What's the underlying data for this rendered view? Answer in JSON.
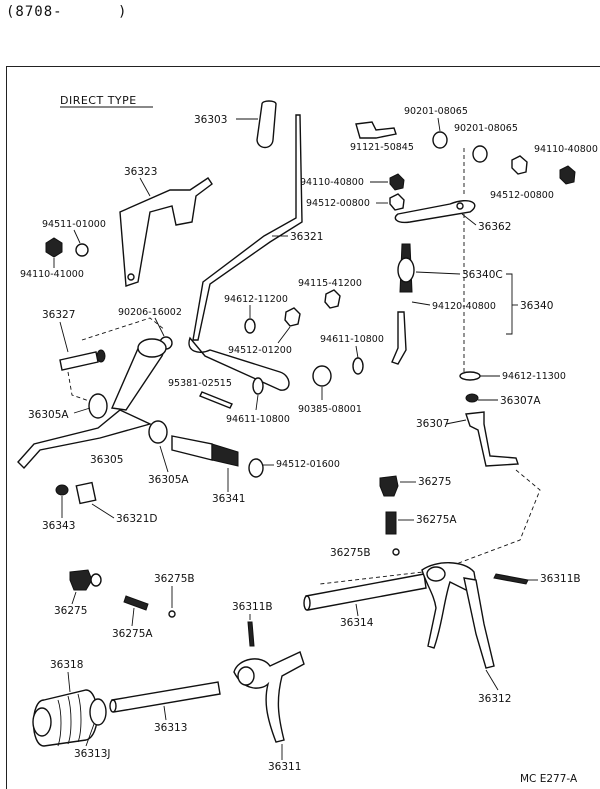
{
  "header": {
    "code": "(8708-",
    "close": ")"
  },
  "title": "DIRECT TYPE",
  "footer": "MC  E277-A",
  "parts": {
    "p36303": "36303",
    "p36323": "36323",
    "p36321": "36321",
    "p36327": "36327",
    "p36305A_l": "36305A",
    "p36305": "36305",
    "p36305A_r": "36305A",
    "p36341": "36341",
    "p36343": "36343",
    "p36321D": "36321D",
    "p36275_l": "36275",
    "p36275A_l": "36275A",
    "p36275B_l": "36275B",
    "p36318": "36318",
    "p36313J": "36313J",
    "p36313": "36313",
    "p36311B_l": "36311B",
    "p36311": "36311",
    "p36314": "36314",
    "p36312": "36312",
    "p36311B_r": "36311B",
    "p36275B_r": "36275B",
    "p36275A_r": "36275A",
    "p36275_r": "36275",
    "p36307": "36307",
    "p36307A": "36307A",
    "p36340": "36340",
    "p36340C": "36340C",
    "p36362": "36362",
    "n94511_01000": "94511-01000",
    "n94110_41000": "94110-41000",
    "n90206_16002": "90206-16002",
    "n91121_50845": "91121-50845",
    "n90201_08065_a": "90201-08065",
    "n90201_08065_b": "90201-08065",
    "n94110_40800_r": "94110-40800",
    "n94110_40800_l": "94110-40800",
    "n94512_00800_l": "94512-00800",
    "n94512_00800_r": "94512-00800",
    "n94612_11200": "94612-11200",
    "n94115_41200": "94115-41200",
    "n94512_01200": "94512-01200",
    "n94120_40800": "94120-40800",
    "n94611_10800_r": "94611-10800",
    "n95381_02515": "95381-02515",
    "n94611_10800_l": "94611-10800",
    "n90385_08001": "90385-08001",
    "n94612_11300": "94612-11300",
    "n94512_01600": "94512-01600"
  }
}
